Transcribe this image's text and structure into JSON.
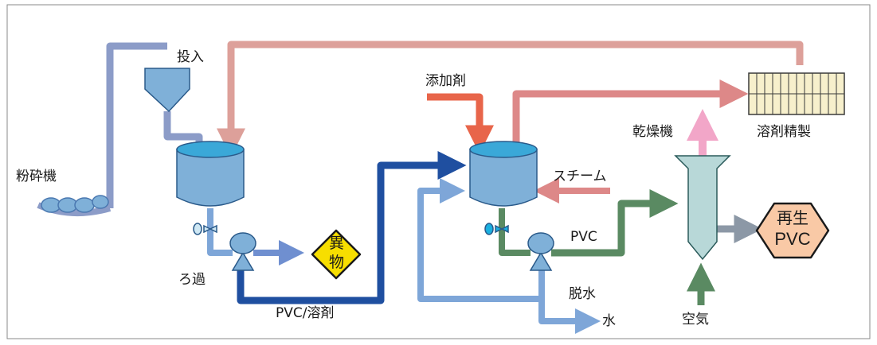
{
  "labels": {
    "tounyu": "投入",
    "funsaiki": "粉砕機",
    "roka": "ろ過",
    "pvc_solvent": "PVC/溶剤",
    "ibutsu_line1": "異",
    "ibutsu_line2": "物",
    "tenkazai": "添加剤",
    "steam": "スチーム",
    "pvc": "PVC",
    "dassui": "脱水",
    "mizu": "水",
    "kansouki": "乾燥機",
    "youzai_seisei": "溶剤精製",
    "kuuki": "空気",
    "saisei_line1": "再生",
    "saisei_line2": "PVC"
  },
  "colors": {
    "raw_feed": "#8c9cc8",
    "solvent_return": "#dda09a",
    "pvc_solution": "#1f4fa0",
    "dewater": "#7ea6d8",
    "additive": "#e8654a",
    "wet_pvc": "#5a8a62",
    "vapor": "#f2a6c8",
    "product": "#8c98a6",
    "tank_body": "#7fb0d8",
    "tank_top": "#3aa8d8",
    "valve": "#1ab0e0",
    "foreign_matter": "#f7de00",
    "dryer": "#b8d8d8",
    "recycled": "#f9c9a6"
  }
}
